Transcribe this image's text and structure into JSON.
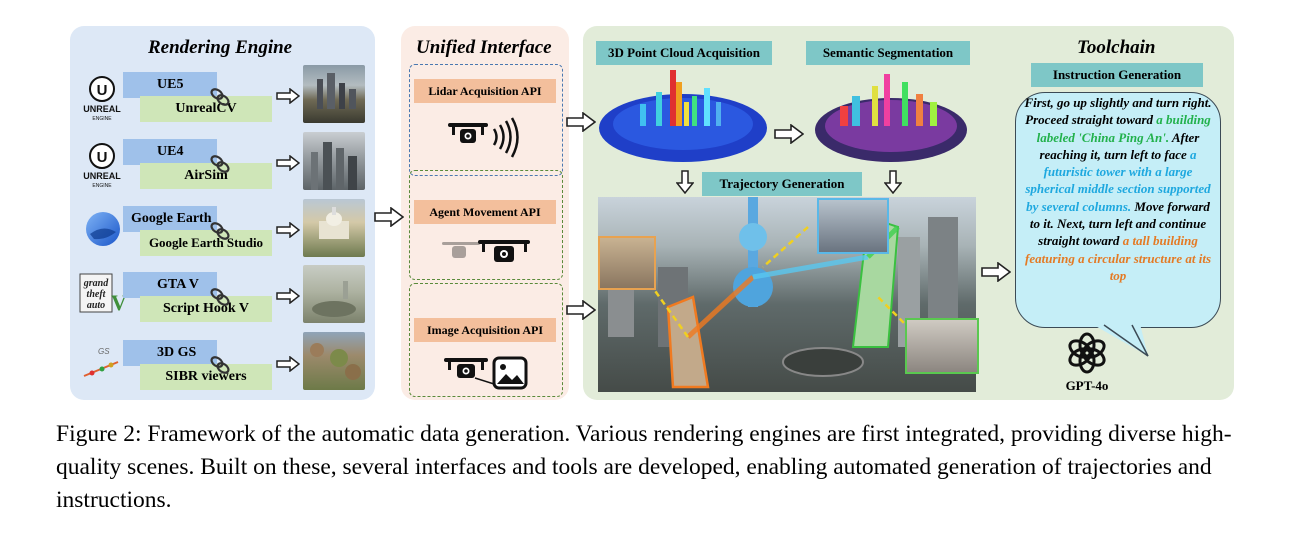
{
  "rendering_engine": {
    "title": "Rendering Engine",
    "engines": [
      {
        "logo_icon": "unreal-engine-logo",
        "engine": "UE5",
        "interface": "UnrealCV"
      },
      {
        "logo_icon": "unreal-engine-logo",
        "engine": "UE4",
        "interface": "AirSim"
      },
      {
        "logo_icon": "google-earth-logo",
        "engine": "Google Earth",
        "interface": "Google Earth Studio"
      },
      {
        "logo_icon": "gta-v-logo",
        "engine": "GTA V",
        "interface": "Script Hook V"
      },
      {
        "logo_icon": "gaussian-splatting-logo",
        "engine": "3D GS",
        "interface": "SIBR viewers"
      }
    ],
    "unreal_logo_text": "UNREAL",
    "unreal_logo_subtext": "ENGINE",
    "gs_logo_text": "GS"
  },
  "unified_interface": {
    "title": "Unified Interface",
    "apis": [
      {
        "label": "Lidar Acquisition API",
        "icon": "drone-lidar-icon"
      },
      {
        "label": "Agent Movement API",
        "icon": "drone-movement-icon"
      },
      {
        "label": "Image Acquisition API",
        "icon": "drone-image-icon"
      }
    ]
  },
  "toolchain": {
    "title": "Toolchain",
    "point_cloud_label": "3D Point Cloud Acquisition",
    "segmentation_label": "Semantic Segmentation",
    "trajectory_label": "Trajectory Generation",
    "instruction_label": "Instruction Generation",
    "instruction_segments": [
      {
        "text": "First, go up slightly and turn right. Proceed straight toward ",
        "color": "#000000"
      },
      {
        "text": "a building labeled 'China Ping An'.",
        "color": "#22b14c"
      },
      {
        "text": " After reaching it, turn left to face ",
        "color": "#000000"
      },
      {
        "text": "a futuristic tower with a large spherical middle section supported by several columns.",
        "color": "#1ea8df"
      },
      {
        "text": " Move forward to it. Next, turn left and continue straight toward ",
        "color": "#000000"
      },
      {
        "text": "a tall building featuring a circular structure at its top",
        "color": "#e47a24"
      }
    ],
    "gpt_label": "GPT-4o"
  },
  "caption": "Figure 2: Framework of the automatic data generation. Various rendering engines are first integrated, providing diverse high-quality scenes. Built on these, several interfaces and tools are developed, enabling automated generation of trajectories and instructions.",
  "colors": {
    "render_panel": "#dde8f6",
    "unified_panel": "#fbece5",
    "toolchain_panel": "#e2ecd9",
    "engine_box": "#9fc1ea",
    "interface_box": "#cfe6b8",
    "api_box": "#f3bf9c",
    "toolchain_box": "#7ec7c7",
    "bubble": "#c5eef7"
  }
}
